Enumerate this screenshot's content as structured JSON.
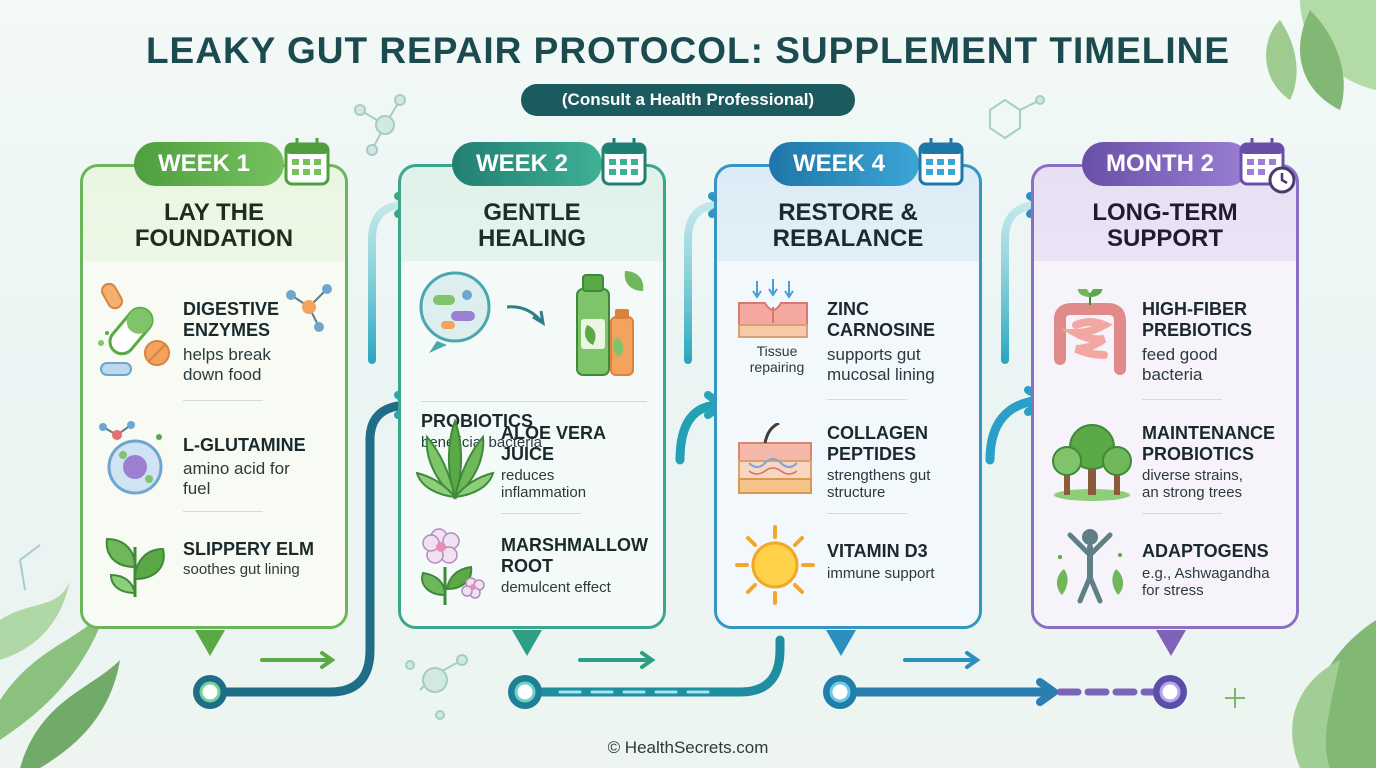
{
  "title": "LEAKY GUT REPAIR PROTOCOL: SUPPLEMENT TIMELINE",
  "subtitle": "(Consult a Health Professional)",
  "footer": "© HealthSecrets.com",
  "colors": {
    "week1": "#5aa846",
    "week2": "#2f9e86",
    "week4": "#2b8fbf",
    "month2": "#7e63b8",
    "title": "#1b4a4f"
  },
  "stages": [
    {
      "label": "WEEK 1",
      "heading_line1": "LAY THE",
      "heading_line2": "FOUNDATION",
      "items": [
        {
          "name_line1": "DIGESTIVE",
          "name_line2": "ENZYMES",
          "desc_line1": "helps break",
          "desc_line2": "down food",
          "icon": "capsules-icon"
        },
        {
          "name_line1": "L-GLUTAMINE",
          "name_line2": "",
          "desc_line1": "amino acid for",
          "desc_line2": "fuel",
          "icon": "cell-molecule-icon"
        },
        {
          "name_line1": "SLIPPERY ELM",
          "name_line2": "",
          "desc_line1": "soothes gut lining",
          "desc_line2": "",
          "icon": "leaf-icon"
        }
      ]
    },
    {
      "label": "WEEK 2",
      "heading_line1": "GENTLE",
      "heading_line2": "HEALING",
      "items": [
        {
          "name_line1": "PROBIOTICS",
          "name_line2": "",
          "desc_line1": "beneficial bacteria",
          "desc_line2": "",
          "icon": "bacteria-bottle-icon"
        },
        {
          "name_line1": "ALOE VERA",
          "name_line2": "JUICE",
          "desc_line1": "reduces",
          "desc_line2": "inflammation",
          "icon": "aloe-icon"
        },
        {
          "name_line1": "MARSHMALLOW",
          "name_line2": "ROOT",
          "desc_line1": "demulcent effect",
          "desc_line2": "",
          "icon": "flower-icon"
        }
      ]
    },
    {
      "label": "WEEK 4",
      "heading_line1": "RESTORE &",
      "heading_line2": "REBALANCE",
      "items": [
        {
          "name_line1": "ZINC",
          "name_line2": "CARNOSINE",
          "desc_line1": "supports gut",
          "desc_line2": "mucosal lining",
          "icon": "tissue-icon",
          "icon_caption_line1": "Tissue",
          "icon_caption_line2": "repairing"
        },
        {
          "name_line1": "COLLAGEN",
          "name_line2": "PEPTIDES",
          "desc_line1": "strengthens gut",
          "desc_line2": "structure",
          "icon": "skin-layer-icon"
        },
        {
          "name_line1": "VITAMIN D3",
          "name_line2": "",
          "desc_line1": "immune support",
          "desc_line2": "",
          "icon": "sun-icon"
        }
      ]
    },
    {
      "label": "MONTH 2",
      "heading_line1": "LONG-TERM",
      "heading_line2": "SUPPORT",
      "items": [
        {
          "name_line1": "HIGH-FIBER",
          "name_line2": "PREBIOTICS",
          "desc_line1": "feed good",
          "desc_line2": "bacteria",
          "icon": "intestine-icon"
        },
        {
          "name_line1": "MAINTENANCE",
          "name_line2": "PROBIOTICS",
          "desc_line1": "diverse strains,",
          "desc_line2": "an strong trees",
          "icon": "trees-icon"
        },
        {
          "name_line1": "ADAPTOGENS",
          "name_line2": "",
          "desc_line1": "e.g., Ashwagandha",
          "desc_line2": "for stress",
          "icon": "person-icon"
        }
      ]
    }
  ]
}
